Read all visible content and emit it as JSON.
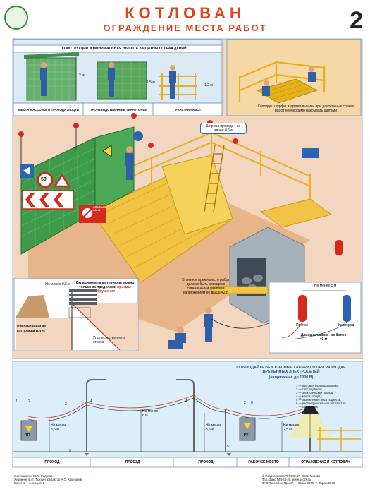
{
  "header": {
    "title": "КОТЛОВАН",
    "subtitle": "ОГРАЖДЕНИЕ МЕСТА РАБОТ",
    "poster_number": "2"
  },
  "fences_panel": {
    "title": "КОНСТРУКЦИИ И МИНИМАЛЬНАЯ ВЫСОТА ЗАЩИТНЫХ ОГРАЖДЕНИЙ",
    "heights": [
      "2 м",
      "1,5 м",
      "1,2 м"
    ],
    "labels": [
      "МЕСТА МАССОВОГО ПРОХОДА ЛЮДЕЙ",
      "ПРОИЗВОДСТВЕННЫЕ ТЕРРИТОРИИ",
      "УЧАСТКИ РАБОТ"
    ]
  },
  "manholes_note": "Колодцы, шурфы и другие выемки при длительных сроках работ необходимо накрывать щитами",
  "passage_note": "Ширина прохода - не менее 0,6 м",
  "signs": {
    "speed": "50",
    "danger": "ОПАСНАЯ ЗОНА"
  },
  "storage": {
    "distance": "Не менее 0,5 м",
    "note_start": "Складировать материалы можно только за пределами",
    "note_highlight": "призмы обрушения",
    "soil": "Извлеченный из котлована грунт",
    "angle": "Угол естественного откоса"
  },
  "lighting_note": "В темное время место работ должно быть освещено сигнальными лампами напряжением не выше 42 В",
  "gas": {
    "distance": "Не менее 5 м",
    "propane": "Пропан",
    "oxygen": "Кислород",
    "hose": "Длина шлангов - не более 40 м"
  },
  "electric": {
    "title": "СОБЛЮДАЙТЕ БЕЗОПАСНЫЕ ГАБАРИТЫ ПРИ РАЗВОДКЕ ВРЕМЕННЫХ ЭЛЕКТРОСЕТЕЙ",
    "subtitle": "(напряжение до 1000 В)",
    "legend": [
      "1 — щитовая (трансформатор);",
      "2 — трос подвески;",
      "3 — электрический провод;",
      "4 — мачта (опора);",
      "5 — заземление троса подвески;",
      "6 — распределительное устройство;",
      "7 — светильник"
    ],
    "heights": [
      "Не менее 3,5 м",
      "Не менее 6 м",
      "Не менее 3,5 м",
      "Не менее 2,5 м"
    ],
    "numbers": [
      "1",
      "2",
      "3",
      "4",
      "4",
      "5",
      "5",
      "2",
      "6",
      "7"
    ],
    "box_labels": [
      "ТП",
      "РУ"
    ],
    "zones": [
      "ПРОХОД",
      "ПРОЕЗД",
      "ПРОХОД",
      "РАБОЧЕЕ МЕСТО",
      "ОГРАЖДЕНИЕ И КОТЛОВАН"
    ]
  },
  "footer": {
    "authors": [
      "Составитель Ю.А. Федотов",
      "Художник В.П. Тюхнин, редактор А.О. Комнарев",
      "Верстка – А.В. Цилев"
    ],
    "publisher": [
      "© Издательство \"СОУЗКО\", 2006. Москва",
      "Тел./факс 544-45-20; www.ssozk.ru",
      "ЗАО \"КлеСбон-Принт\" — Заказ 2479. Т. Тираж 2000"
    ]
  }
}
